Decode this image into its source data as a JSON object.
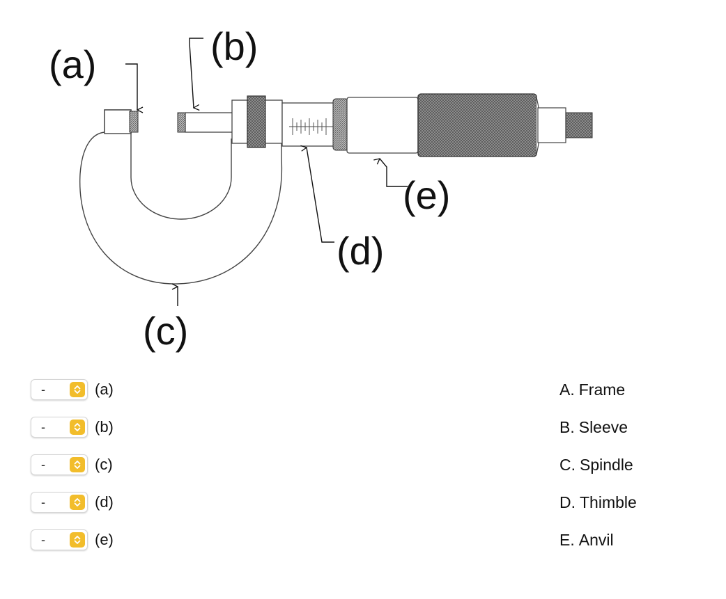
{
  "diagram": {
    "labels": {
      "a": "(a)",
      "b": "(b)",
      "c": "(c)",
      "d": "(d)",
      "e": "(e)"
    }
  },
  "questions": [
    {
      "label": "(a)",
      "selected": "-"
    },
    {
      "label": "(b)",
      "selected": "-"
    },
    {
      "label": "(c)",
      "selected": "-"
    },
    {
      "label": "(d)",
      "selected": "-"
    },
    {
      "label": "(e)",
      "selected": "-"
    }
  ],
  "answers": [
    {
      "letter": "A.",
      "text": "Frame"
    },
    {
      "letter": "B.",
      "text": "Sleeve"
    },
    {
      "letter": "C.",
      "text": "Spindle"
    },
    {
      "letter": "D.",
      "text": "Thimble"
    },
    {
      "letter": "E.",
      "text": "Anvil"
    }
  ],
  "colors": {
    "accent": "#f2bd2b",
    "border": "#d6d6d6"
  }
}
